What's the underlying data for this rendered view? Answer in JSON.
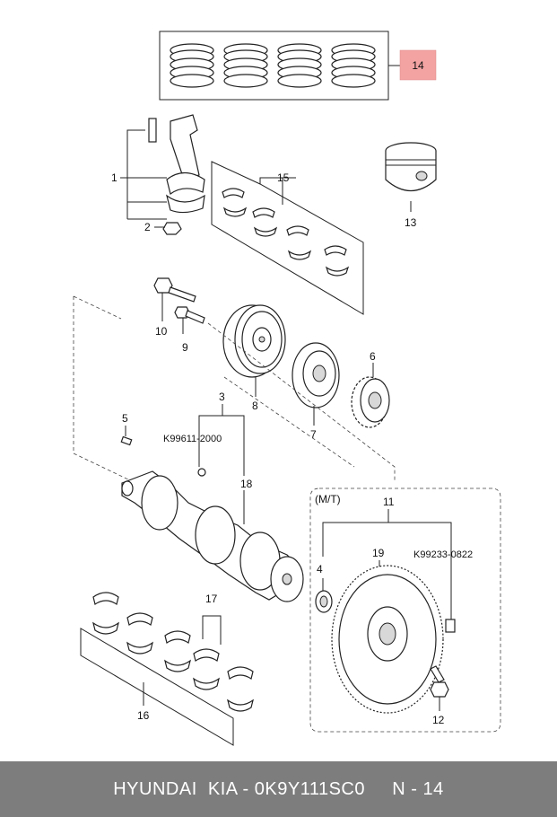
{
  "highlight": {
    "label": "14",
    "color": "#f4a3a3"
  },
  "labels": {
    "l1": "1",
    "l2": "2",
    "l3": "3",
    "l4": "4",
    "l5": "5",
    "l6": "6",
    "l7": "7",
    "l8": "8",
    "l9": "9",
    "l10": "10",
    "l11": "11",
    "l12": "12",
    "l13": "13",
    "l15": "15",
    "l16": "16",
    "l17": "17",
    "l18": "18",
    "l19": "19"
  },
  "codes": {
    "c1": "K99611-2000",
    "c2": "K99233-0822"
  },
  "mt_label": "(M/T)",
  "footer": {
    "text": "HYUNDAI  KIA - 0K9Y111SC0     N - 14"
  }
}
